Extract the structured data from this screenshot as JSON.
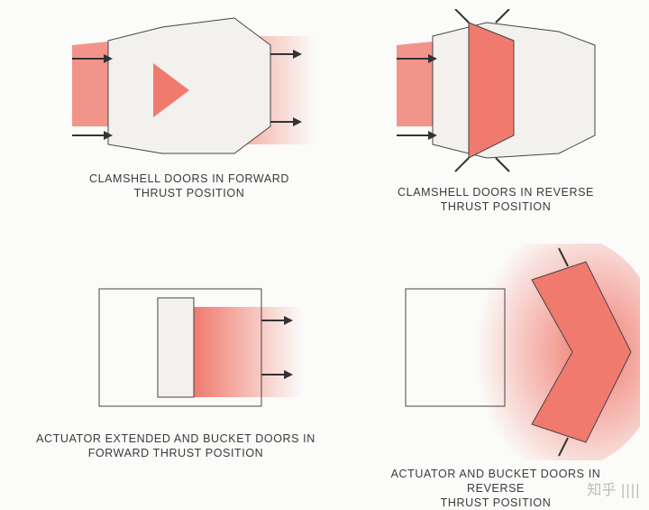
{
  "panels": [
    {
      "id": "clamshell-forward",
      "caption": [
        "CLAMSHELL DOORS IN FORWARD",
        "THRUST POSITION"
      ]
    },
    {
      "id": "clamshell-reverse",
      "caption": [
        "CLAMSHELL DOORS IN REVERSE",
        "THRUST POSITION"
      ]
    },
    {
      "id": "bucket-forward",
      "caption": [
        "ACTUATOR EXTENDED AND BUCKET DOORS IN",
        "FORWARD THRUST POSITION"
      ]
    },
    {
      "id": "bucket-reverse",
      "caption": [
        "ACTUATOR AND BUCKET DOORS IN REVERSE",
        "THRUST POSITION"
      ]
    }
  ],
  "watermark": "知乎 ||||",
  "colors": {
    "exhaust": "#f07a6e",
    "line": "#444444",
    "arrow": "#333333",
    "metal": "#f3f1ee"
  }
}
